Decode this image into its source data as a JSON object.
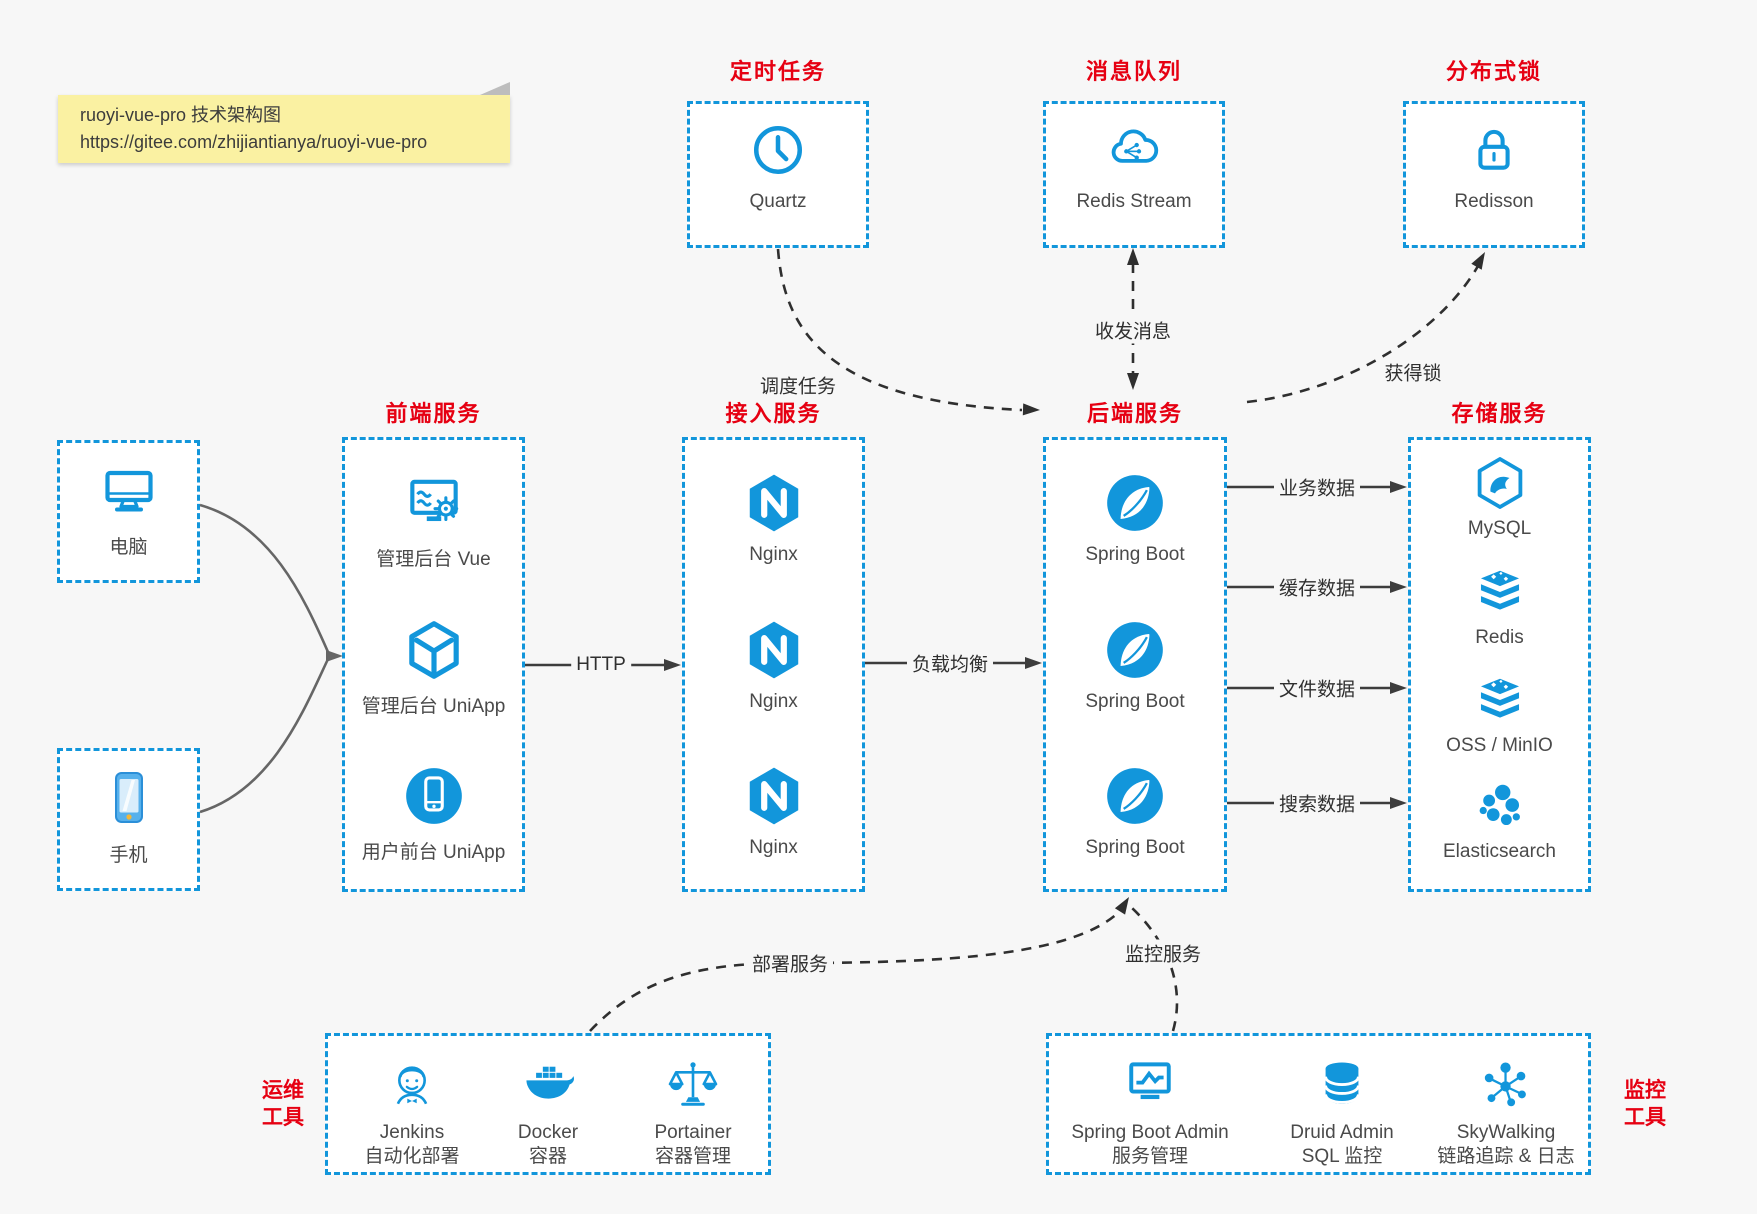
{
  "colors": {
    "accent_blue": "#1296db",
    "title_red": "#e60012",
    "note_yellow": "#faf1a2"
  },
  "note": {
    "line1": "ruoyi-vue-pro 技术架构图",
    "line2": "https://gitee.com/zhijiantianya/ruoyi-vue-pro"
  },
  "top_groups": [
    {
      "title": "定时任务",
      "label": "Quartz"
    },
    {
      "title": "消息队列",
      "label": "Redis Stream"
    },
    {
      "title": "分布式锁",
      "label": "Redisson"
    }
  ],
  "clients": [
    {
      "label": "电脑"
    },
    {
      "label": "手机"
    }
  ],
  "columns": {
    "frontend": {
      "title": "前端服务",
      "items": [
        {
          "label": "管理后台 Vue"
        },
        {
          "label": "管理后台 UniApp"
        },
        {
          "label": "用户前台 UniApp"
        }
      ]
    },
    "access": {
      "title": "接入服务",
      "items": [
        {
          "label": "Nginx"
        },
        {
          "label": "Nginx"
        },
        {
          "label": "Nginx"
        }
      ]
    },
    "backend": {
      "title": "后端服务",
      "items": [
        {
          "label": "Spring Boot"
        },
        {
          "label": "Spring Boot"
        },
        {
          "label": "Spring Boot"
        }
      ]
    },
    "storage": {
      "title": "存储服务",
      "items": [
        {
          "label": "MySQL"
        },
        {
          "label": "Redis"
        },
        {
          "label": "OSS / MinIO"
        },
        {
          "label": "Elasticsearch"
        }
      ]
    }
  },
  "edges": {
    "http": "HTTP",
    "load_balance": "负载均衡",
    "business_data": "业务数据",
    "cache_data": "缓存数据",
    "file_data": "文件数据",
    "search_data": "搜索数据",
    "schedule": "调度任务",
    "message": "收发消息",
    "lock": "获得锁",
    "deploy": "部署服务",
    "monitor": "监控服务"
  },
  "ops": {
    "side_line1": "运维",
    "side_line2": "工具",
    "items": [
      {
        "name": "Jenkins",
        "desc": "自动化部署"
      },
      {
        "name": "Docker",
        "desc": "容器"
      },
      {
        "name": "Portainer",
        "desc": "容器管理"
      }
    ]
  },
  "monitoring": {
    "side_line1": "监控",
    "side_line2": "工具",
    "items": [
      {
        "name": "Spring Boot Admin",
        "desc": "服务管理"
      },
      {
        "name": "Druid Admin",
        "desc": "SQL 监控"
      },
      {
        "name": "SkyWalking",
        "desc": "链路追踪 & 日志"
      }
    ]
  }
}
